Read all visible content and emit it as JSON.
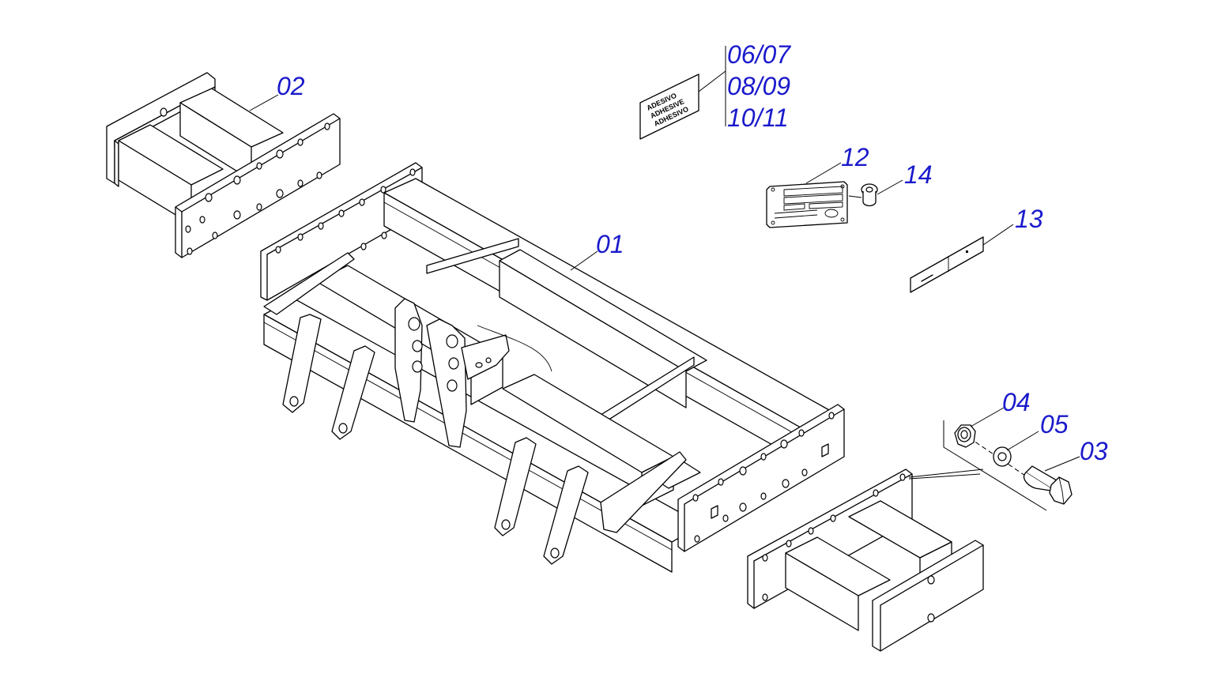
{
  "colors": {
    "callout": "#1a1acc",
    "line": "#000000",
    "background": "#ffffff"
  },
  "callouts": {
    "c01": "01",
    "c02": "02",
    "c03": "03",
    "c04": "04",
    "c05": "05",
    "c0607": "06/07",
    "c0809": "08/09",
    "c1011": "10/11",
    "c12": "12",
    "c13": "13",
    "c14": "14"
  },
  "sticker": {
    "line1": "ADESIVO",
    "line2": "ADHESIVE",
    "line3": "ADHESIVO"
  }
}
